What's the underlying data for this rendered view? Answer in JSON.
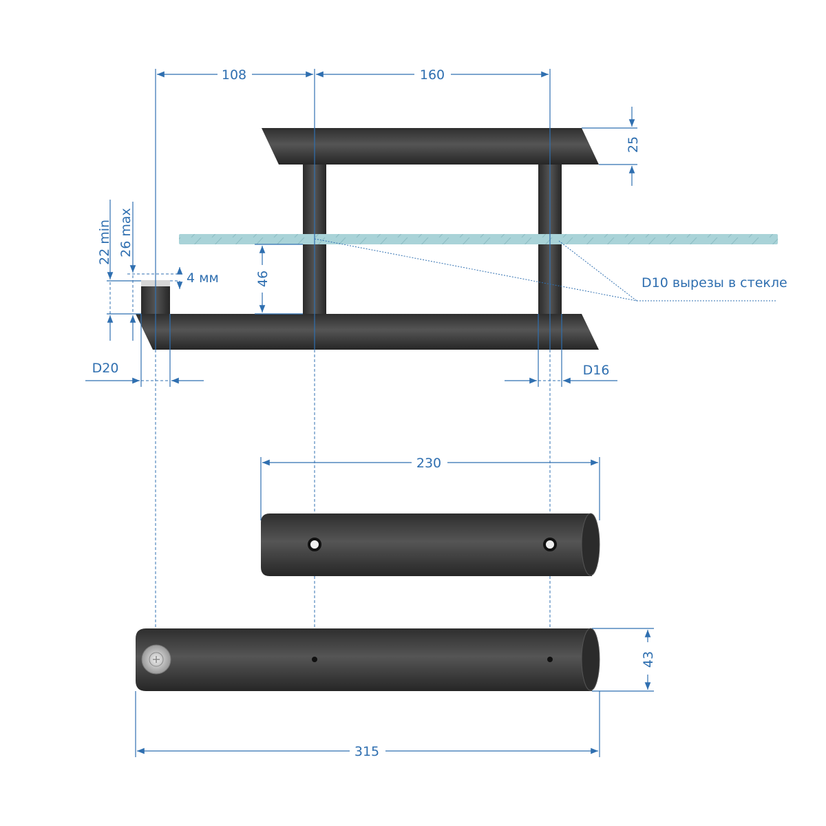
{
  "dimensions": {
    "top_left": "108",
    "top_center": "160",
    "bar_height": "25",
    "post_height": "46",
    "min_thickness": "22 min",
    "max_thickness": "26 max",
    "cap_gap": "4 мм",
    "left_diameter": "D20",
    "post_diameter": "D16",
    "upper_length": "230",
    "tube_diameter": "43",
    "lower_length": "315"
  },
  "annotations": {
    "glass_cutouts": "D10 вырезы в стекле"
  },
  "colors": {
    "dimension": "#2f6fb0",
    "metal": "#3d3d3d",
    "glass": "#a9d3d8"
  }
}
